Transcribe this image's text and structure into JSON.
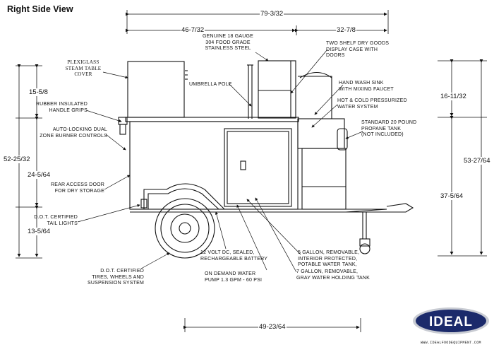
{
  "title": "Right Side View",
  "dimensions": {
    "overall_length": "79-3/32",
    "front_section": "46-7/32",
    "rear_section": "32-7/8",
    "base_length": "49-23/64",
    "left_total_height": "52-25/32",
    "left_upper": "15-5/8",
    "left_middle": "24-5/64",
    "left_lower": "13-5/64",
    "right_total_height": "53-27/64",
    "right_upper": "16-11/32",
    "right_lower": "37-5/64"
  },
  "labels": {
    "plexiglass": "PLEXIGLASS\nSTEAM TABLE\nCOVER",
    "stainless": "GENUINE 18 GAUGE\n304 FOOD GRADE\nSTAINLESS STEEL",
    "dry_goods": "TWO SHELF DRY GOODS\nDISPLAY CASE WITH\nDOORS",
    "umbrella": "UMBRELLA POLE",
    "hand_wash": "HAND WASH SINK\nWITH MIXING FAUCET",
    "water_system": "HOT & COLD PRESSURIZED\nWATER SYSTEM",
    "propane": "STANDARD 20 POUND\nPROPANE TANK\n(NOT INCLUDED)",
    "handle_grips": "RUBBER INSULATED\nHANDLE GRIPS",
    "burner": "AUTO-LOCKING DUAL\nZONE BURNER CONTROLS",
    "rear_door": "REAR ACCESS DOOR\nFOR DRY STORAGE",
    "tail_lights": "D.O.T. CERTIFIED\nTAIL LIGHTS",
    "tires": "D.O.T. CERTIFIED\nTIRES, WHEELS AND\nSUSPENSION SYSTEM",
    "battery": "12 VOLT DC, SEALED,\nRECHARGEABLE BATTERY",
    "pump": "ON DEMAND WATER\nPUMP 1.3 GPM - 60 PSI",
    "potable": "5 GALLON, REMOVABLE,\nINTERIOR PROTECTED,\nPOTABLE WATER TANK,",
    "gray_water": "7 GALLON, REMOVABLE,\nGRAY WATER HOLDING TANK"
  },
  "logo": {
    "text": "IDEAL",
    "url": "WWW.IDEALFOODEQUIPMENT.COM",
    "colors": {
      "navy": "#1b2a6b",
      "silver": "#c9ccd3"
    }
  }
}
